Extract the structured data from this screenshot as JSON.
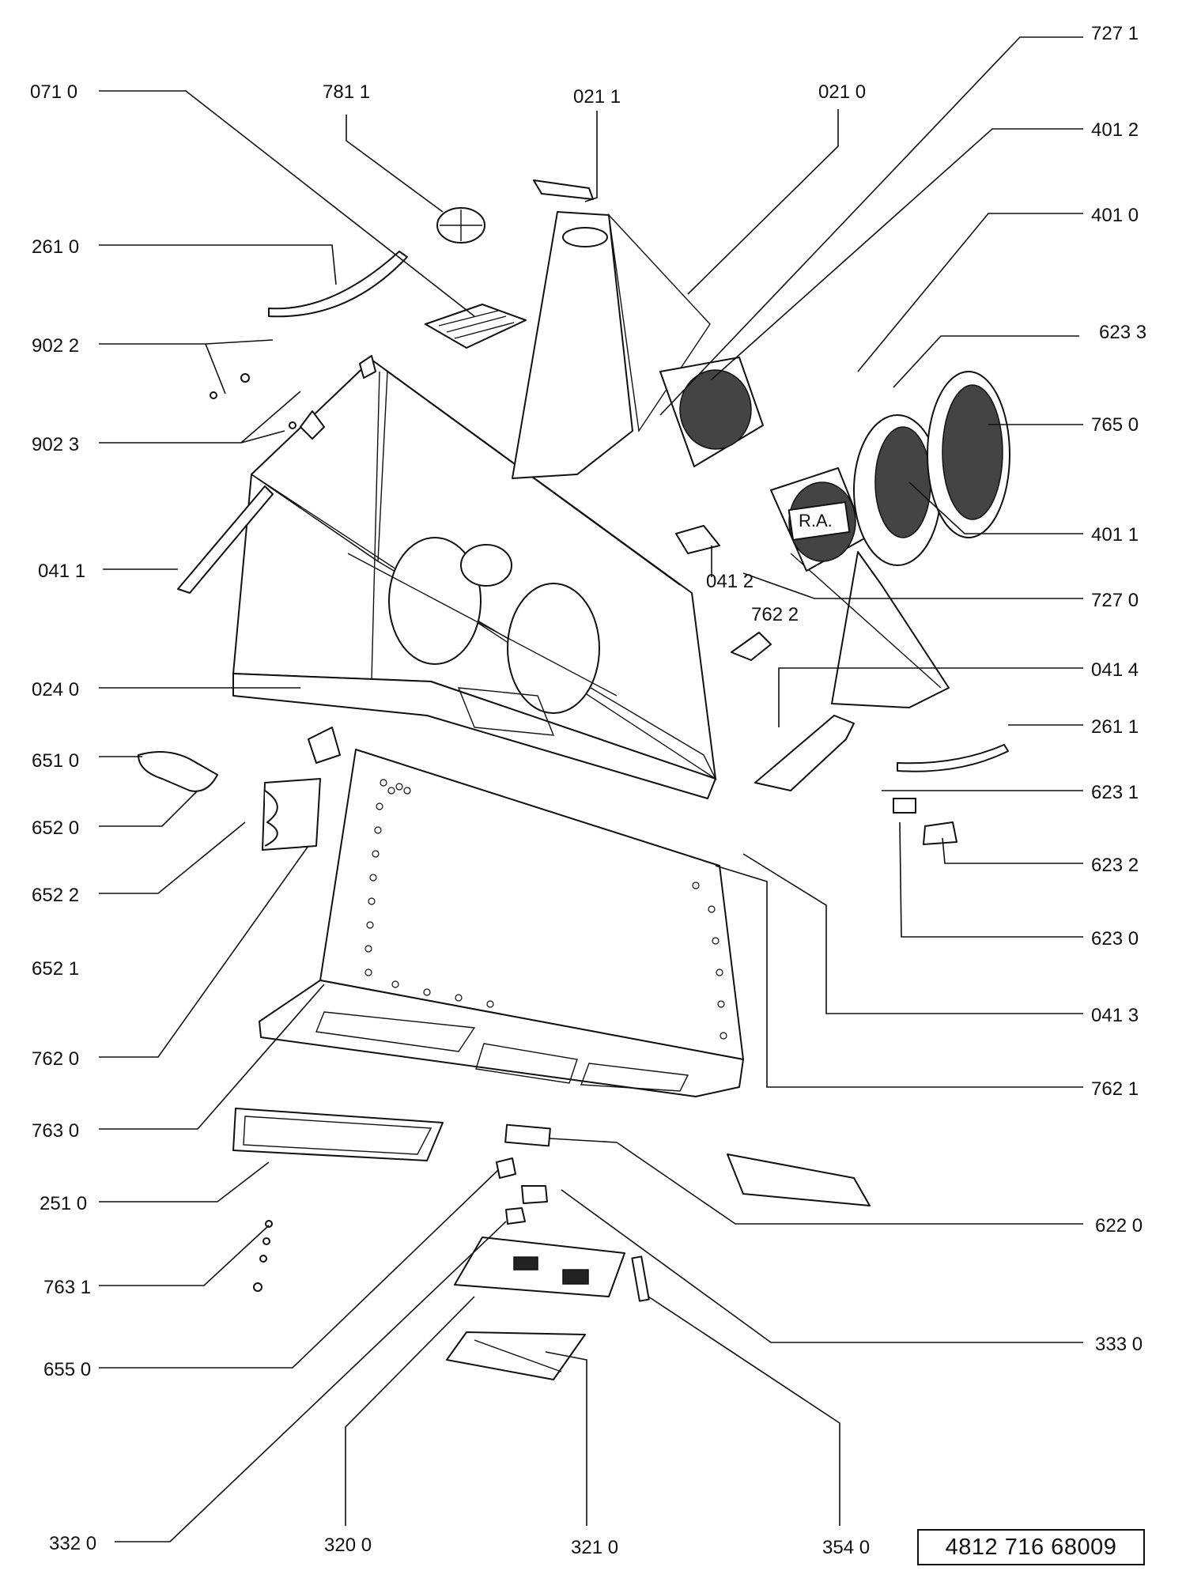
{
  "labels": {
    "l_7271": "727 1",
    "l_0710": "071 0",
    "l_7811": "781 1",
    "l_0211": "021 1",
    "l_0210": "021 0",
    "l_4012": "401 2",
    "l_2610": "261 0",
    "l_4010": "401 0",
    "l_9022": "902 2",
    "l_6233": "623  3",
    "l_9023": "902 3",
    "l_7650": "765 0",
    "l_4011": "401 1",
    "l_0411": "041 1",
    "l_0412": "041 2",
    "l_7270": "727 0",
    "l_7622": "762 2",
    "l_0414": "041 4",
    "l_0240": "024 0",
    "l_2611": "261 1",
    "l_6510": "651 0",
    "l_6231": "623 1",
    "l_6520": "652 0",
    "l_6232": "623 2",
    "l_6522": "652 2",
    "l_6230": "623 0",
    "l_6521": "652 1",
    "l_0413": "041 3",
    "l_7620": "762 0",
    "l_7621": "762 1",
    "l_7630": "763 0",
    "l_2510": "251 0",
    "l_6220": "622 0",
    "l_7631": "763 1",
    "l_3330": "333 0",
    "l_6550": "655 0",
    "l_3320": "332 0",
    "l_3200": "320 0",
    "l_3210": "321 0",
    "l_3540": "354 0"
  },
  "part_marks": {
    "ra_label": "R.A."
  },
  "document_ref": "4812 716 68009"
}
